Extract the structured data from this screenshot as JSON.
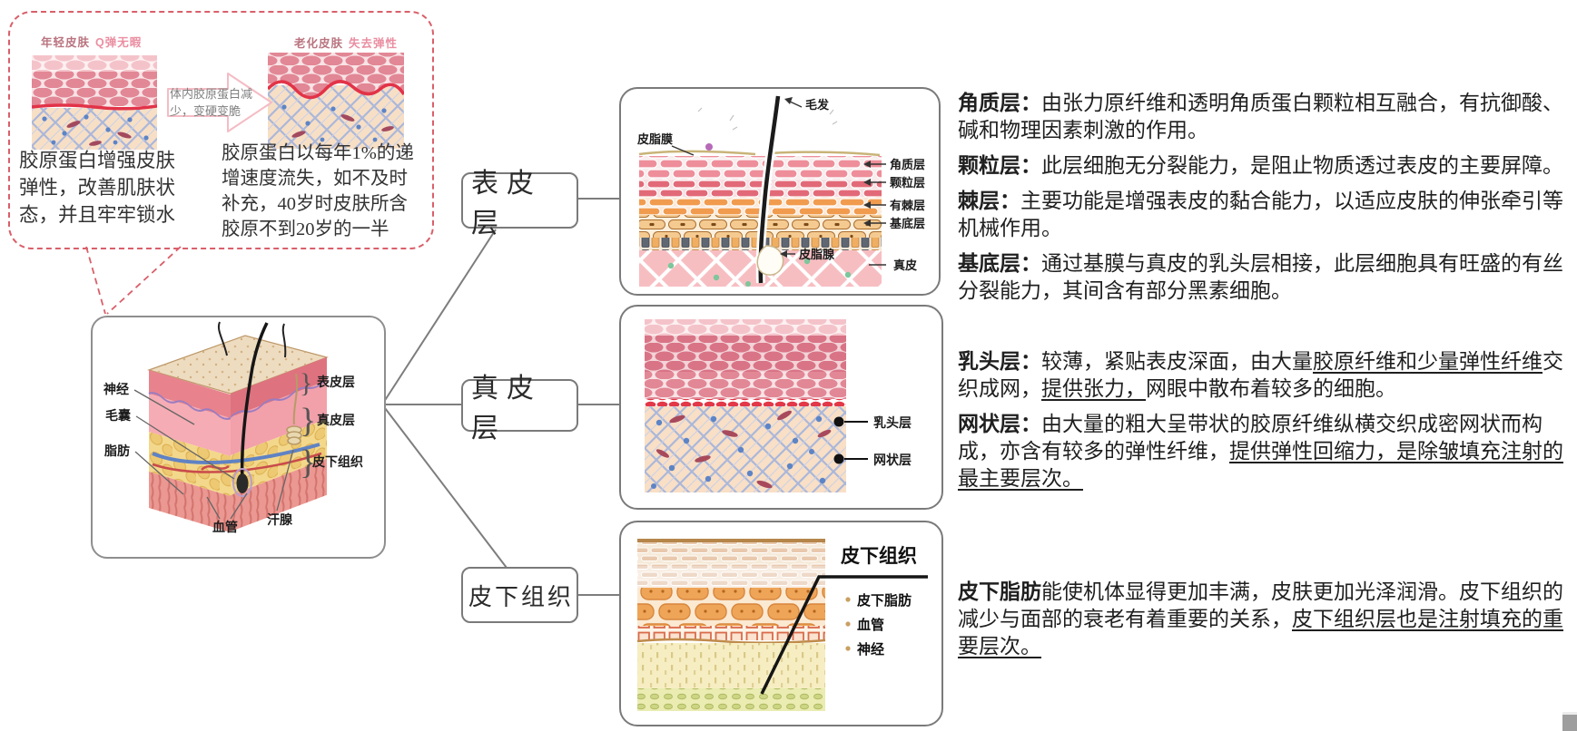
{
  "colors": {
    "dashed_border": "#d95f6a",
    "connector_gray": "#7d7d7d",
    "panel_border": "#7a7a7a",
    "accent_red_line": "#e23348",
    "text_dark": "#1f1f1f"
  },
  "glyphs": {
    "brace": "}"
  },
  "intro_box": {
    "young_label": {
      "prefix": "年轻皮肤",
      "suffix": "Q弹无暇"
    },
    "old_label": {
      "prefix": "老化皮肤",
      "suffix": "失去弹性"
    },
    "arrow_text": "体内胶原蛋白减\n少，变硬变脆",
    "left_text": "胶原蛋白增强皮肤\n弹性，改善肌肤状\n态，并且牢牢锁水",
    "right_text": "胶原蛋白以每年1%的递\n增速度流失，如不及时\n补充，40岁时皮肤所含\n胶原不到20岁的一半"
  },
  "skin_box": {
    "labels": {
      "nerve": "神经",
      "follicle": "毛囊",
      "fat": "脂肪",
      "vessel": "血管",
      "sweat_gland": "汗腺",
      "epidermis": "表皮层",
      "dermis": "真皮层",
      "subcutis": "皮下组织"
    }
  },
  "nodes": {
    "epidermis": "表皮层",
    "dermis": "真皮层",
    "subcutis": "皮下组织"
  },
  "panels": {
    "epidermis": {
      "labels": {
        "hair": "毛发",
        "sebum_film": "皮脂膜",
        "stratum_corneum": "角质层",
        "granular": "颗粒层",
        "spinous": "有棘层",
        "basal": "基底层",
        "dermis": "真皮",
        "sebaceous_gland": "皮脂腺"
      }
    },
    "dermis": {
      "labels": {
        "papillary": "乳头层",
        "reticular": "网状层"
      }
    },
    "subcutis": {
      "title": "皮下组织",
      "bullets": [
        "皮下脂肪",
        "血管",
        "神经"
      ]
    }
  },
  "descriptions": {
    "epidermis": [
      [
        {
          "t": "角质层：",
          "b": true
        },
        {
          "t": "由张力原纤维和透明角质蛋白颗粒相互融合，有抗御酸、碱和物理因素刺激的作用。"
        }
      ],
      [
        {
          "t": "颗粒层：",
          "b": true
        },
        {
          "t": "此层细胞无分裂能力，是阻止物质透过表皮的主要屏障。"
        }
      ],
      [
        {
          "t": "棘层：",
          "b": true
        },
        {
          "t": "主要功能是增强表皮的黏合能力，以适应皮肤的伸张牵引等机械作用。"
        }
      ],
      [
        {
          "t": "基底层：",
          "b": true
        },
        {
          "t": "通过基膜与真皮的乳头层相接，此层细胞具有旺盛的有丝分裂能力，其间含有部分黑素细胞。"
        }
      ]
    ],
    "dermis": [
      [
        {
          "t": "乳头层：",
          "b": true
        },
        {
          "t": "较薄，紧贴表皮深面，由大量"
        },
        {
          "t": "胶原纤维和少量弹性纤维",
          "u": true
        },
        {
          "t": "交织成网，"
        },
        {
          "t": "提供张力，",
          "u": true
        },
        {
          "t": "网眼中散布着较多的细胞。"
        }
      ],
      [
        {
          "t": "网状层：",
          "b": true
        },
        {
          "t": "由大量的粗大呈带状的胶原纤维纵横交织成密网状而构成，亦含有较多的弹性纤维，"
        },
        {
          "t": "提供弹性回缩力，是除皱填充注射的最主要层次。",
          "u": true
        }
      ]
    ],
    "subcutis": [
      [
        {
          "t": "皮下脂肪",
          "b": true
        },
        {
          "t": "能使机体显得更加丰满，皮肤更加光泽润滑。皮下组织的减少与面部的衰老有着重要的关系，"
        },
        {
          "t": "皮下组织层也是注射填充的重要层次。",
          "u": true
        }
      ]
    ]
  }
}
